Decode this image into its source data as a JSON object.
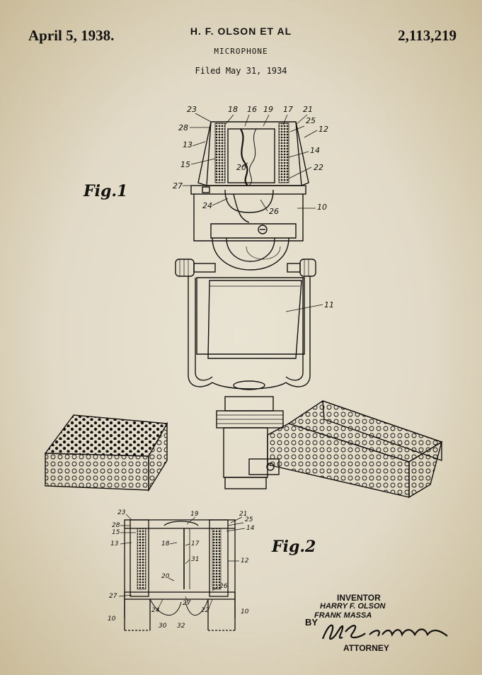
{
  "header": {
    "date": "April 5, 1938.",
    "inventors": "H. F. OLSON ET AL",
    "patent_number": "2,113,219",
    "title": "MICROPHONE",
    "filed": "Filed May 31, 1934"
  },
  "figures": {
    "fig1": "Fig.1",
    "fig2": "Fig.2"
  },
  "fig1_labels": [
    "23",
    "18",
    "16",
    "19",
    "17",
    "21",
    "28",
    "25",
    "12",
    "13",
    "14",
    "15",
    "20",
    "22",
    "27",
    "24",
    "26",
    "10",
    "11"
  ],
  "fig2_labels": [
    "23",
    "19",
    "21",
    "28",
    "25",
    "15",
    "14",
    "13",
    "18",
    "17",
    "12",
    "31",
    "20",
    "27",
    "26",
    "27",
    "22",
    "24",
    "10",
    "30",
    "32",
    "10"
  ],
  "signature": {
    "inventor_heading": "INVENTOR",
    "inventor_1": "HARRY F. OLSON",
    "inventor_2": "FRANK MASSA",
    "by": "BY",
    "attorney": "ATTORNEY"
  }
}
